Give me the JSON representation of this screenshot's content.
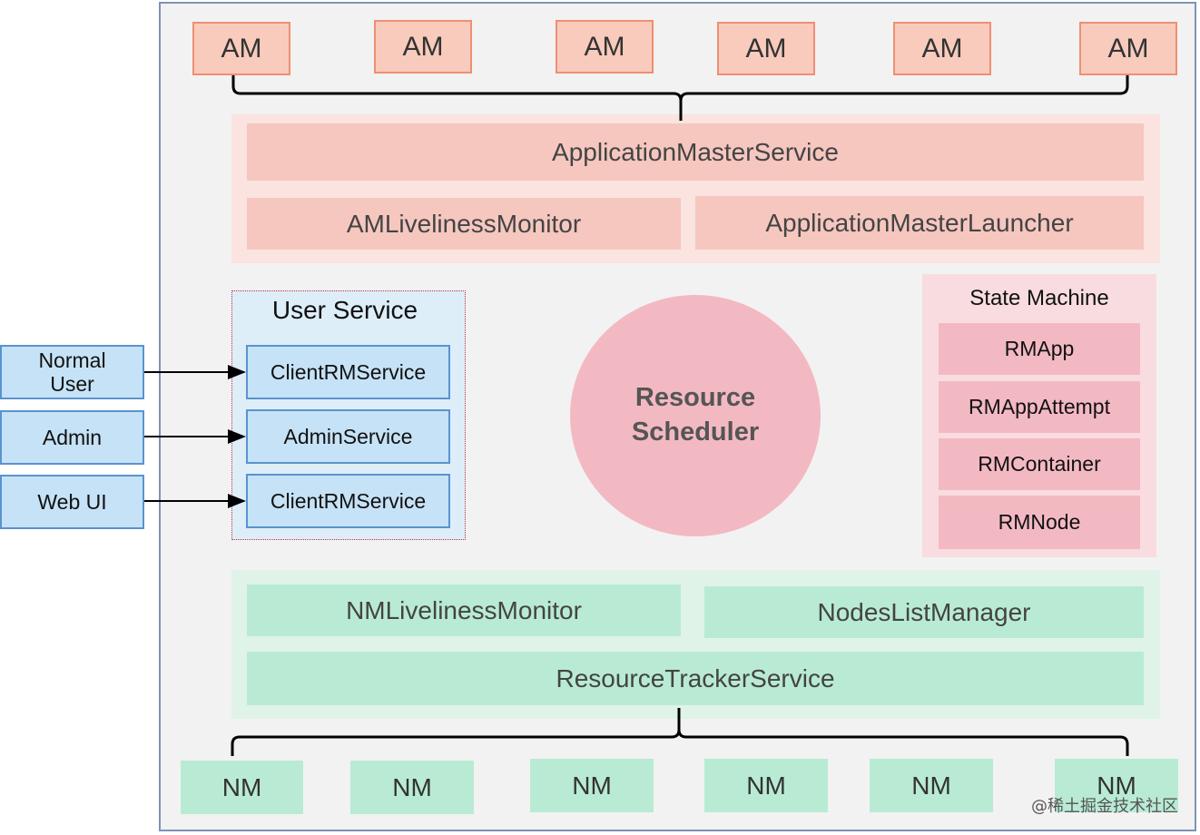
{
  "am_nodes": [
    "AM",
    "AM",
    "AM",
    "AM",
    "AM",
    "AM"
  ],
  "am_layer": {
    "application_master_service": "ApplicationMasterService",
    "am_liveliness_monitor": "AMLivelinessMonitor",
    "application_master_launcher": "ApplicationMasterLauncher"
  },
  "user_service": {
    "title": "User Service",
    "services": [
      "ClientRMService",
      "AdminService",
      "ClientRMService"
    ]
  },
  "clients": [
    {
      "label_line1": "Normal",
      "label_line2": "User"
    },
    {
      "label_line1": "Admin",
      "label_line2": ""
    },
    {
      "label_line1": "Web UI",
      "label_line2": ""
    }
  ],
  "scheduler": {
    "line1": "Resource",
    "line2": "Scheduler"
  },
  "state_machine": {
    "title": "State Machine",
    "states": [
      "RMApp",
      "RMAppAttempt",
      "RMContainer",
      "RMNode"
    ]
  },
  "nm_layer": {
    "nm_liveliness_monitor": "NMLivelinessMonitor",
    "nodes_list_manager": "NodesListManager",
    "resource_tracker_service": "ResourceTrackerService"
  },
  "nm_nodes": [
    "NM",
    "NM",
    "NM",
    "NM",
    "NM",
    "NM"
  ],
  "watermark": "@稀土掘金技术社区"
}
